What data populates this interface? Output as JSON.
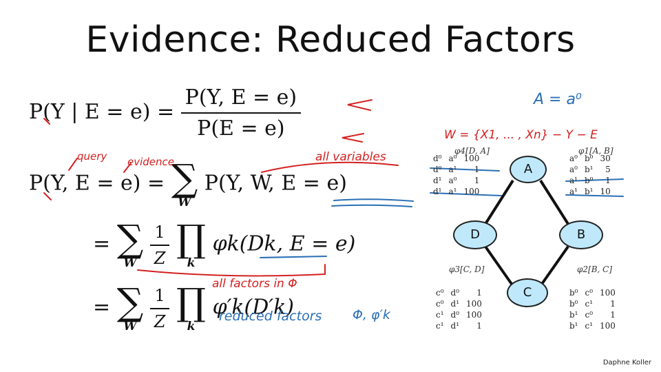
{
  "title": "Evidence: Reduced Factors",
  "credit": "Daphne Koller",
  "eq1": {
    "lhs": "P(Y | E = e) =",
    "numerator": "P(Y, E = e)",
    "denominator": "P(E = e)"
  },
  "eq2": {
    "lhs": "P(Y, E = e) =",
    "sum_sub": "W",
    "term": "P(Y, W, E = e)"
  },
  "eq3": {
    "eq": "=",
    "sum_sub": "W",
    "frac_num": "1",
    "frac_den": "Z",
    "prod_sub": "k",
    "term": "φk(Dk, E = e)"
  },
  "eq4": {
    "eq": "=",
    "sum_sub": "W",
    "frac_num": "1",
    "frac_den": "Z",
    "prod_sub": "k",
    "term": "φ′k(D′k)"
  },
  "annotations": {
    "query": "query",
    "evidence": "evidence",
    "all_variables": "all variables",
    "all_factors": "all factors in Φ",
    "reduced_factors": "reduced factors",
    "a_eq": "A = a⁰",
    "w_set": "W = {X1, ... , Xn} − Y − E",
    "phi_k": "Φ, φ′k"
  },
  "graph": {
    "nodes": {
      "A": "A",
      "B": "B",
      "C": "C",
      "D": "D"
    }
  },
  "tables": {
    "t4": {
      "title": "φ4[D, A]",
      "rows": [
        [
          "d⁰",
          "a⁰",
          "100"
        ],
        [
          "d⁰",
          "a¹",
          "1"
        ],
        [
          "d¹",
          "a⁰",
          "1"
        ],
        [
          "d¹",
          "a¹",
          "100"
        ]
      ]
    },
    "t1": {
      "title": "φ1[A, B]",
      "rows": [
        [
          "a⁰",
          "b⁰",
          "30"
        ],
        [
          "a⁰",
          "b¹",
          "5"
        ],
        [
          "a¹",
          "b⁰",
          "1"
        ],
        [
          "a¹",
          "b¹",
          "10"
        ]
      ]
    },
    "t3": {
      "title": "φ3[C, D]",
      "rows": [
        [
          "c⁰",
          "d⁰",
          "1"
        ],
        [
          "c⁰",
          "d¹",
          "100"
        ],
        [
          "c¹",
          "d⁰",
          "100"
        ],
        [
          "c¹",
          "d¹",
          "1"
        ]
      ]
    },
    "t2": {
      "title": "φ2[B, C]",
      "rows": [
        [
          "b⁰",
          "c⁰",
          "100"
        ],
        [
          "b⁰",
          "c¹",
          "1"
        ],
        [
          "b¹",
          "c⁰",
          "1"
        ],
        [
          "b¹",
          "c¹",
          "100"
        ]
      ]
    }
  },
  "colors": {
    "red_ink": "#d32020",
    "blue_ink": "#2a6fb5",
    "node_fill": "#bfe9fb"
  }
}
